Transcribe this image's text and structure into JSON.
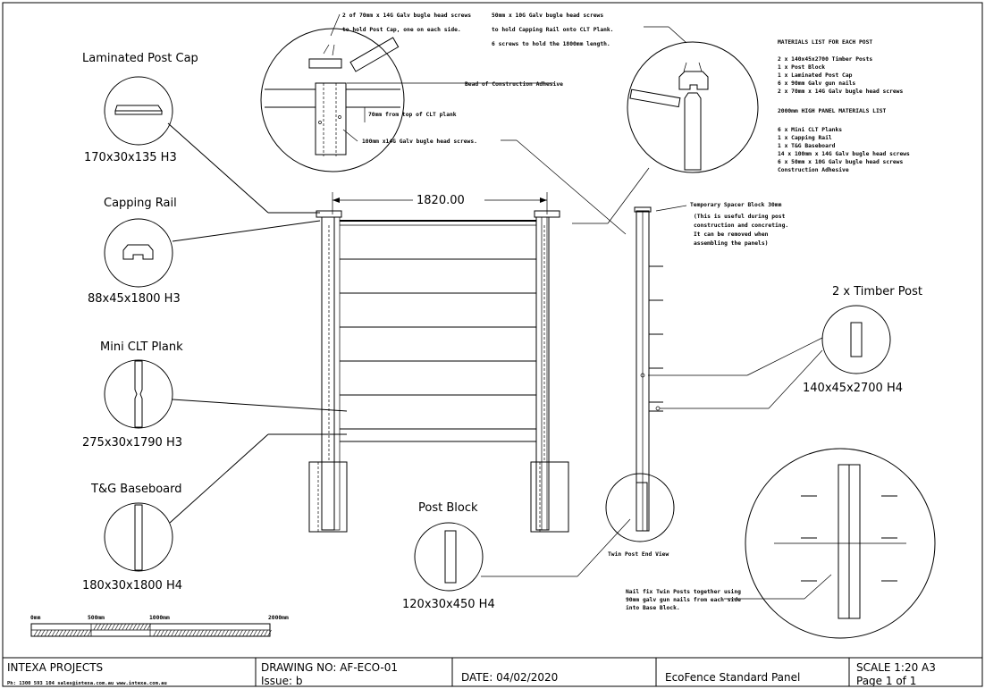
{
  "components": {
    "post_cap": {
      "title": "Laminated Post Cap",
      "size": "170x30x135  H3"
    },
    "capping_rail": {
      "title": "Capping Rail",
      "size": "88x45x1800  H3"
    },
    "mini_clt": {
      "title": "Mini CLT Plank",
      "size": "275x30x1790  H3"
    },
    "baseboard": {
      "title": "T&G Baseboard",
      "size": "180x30x1800  H4"
    },
    "post_block": {
      "title": "Post Block",
      "size": "120x30x450  H4"
    },
    "timber_post": {
      "title": "2 x Timber Post",
      "size": "140x45x2700  H4"
    }
  },
  "dimension": "1820.00",
  "notes": {
    "top_screws_1": "2 of 70mm x 14G Galv bugle head screws",
    "top_screws_2": "to hold Post Cap, one on each side.",
    "adhesive": "Bead of Construction Adhesive",
    "from_top": "70mm from top of CLT plank",
    "bugle_100": "100mm x14G Galv bugle head screws.",
    "capping_1": "50mm x 10G Galv bugle head screws",
    "capping_2": "to hold Capping Rail onto CLT Plank.",
    "capping_3": "6 screws to hold the 1800mm length.",
    "spacer": "Temporary Spacer Block 30mm",
    "spacer_note": [
      "(This is useful during post",
      "construction and concreting.",
      "It can be removed when",
      "assembling the panels)"
    ],
    "end_view": "Twin Post End View",
    "nail_fix": [
      "Nail fix Twin Posts together using",
      "90mm galv gun nails from each side",
      "into Base Block."
    ]
  },
  "materials": {
    "post_title": "MATERIALS LIST FOR EACH POST",
    "post_items": [
      "2  x 140x45x2700 Timber Posts",
      "1  x Post Block",
      "1  x Laminated Post Cap",
      "6  x 90mm Galv gun nails",
      "2  x 70mm x 14G Galv bugle head screws"
    ],
    "panel_title": "2000mm HIGH PANEL MATERIALS LIST",
    "panel_items": [
      "6  x Mini CLT Planks",
      "1  x Capping Rail",
      "1  x T&G Baseboard",
      "14 x 100mm x 14G Galv bugle head screws",
      "6  x 50mm x 10G Galv bugle head screws",
      "Construction Adhesive"
    ]
  },
  "scale_bar": {
    "labels": [
      "0mm",
      "500mm",
      "1000mm",
      "2000mm"
    ],
    "fractions": [
      0,
      0.25,
      0.5,
      1
    ]
  },
  "title_block": {
    "company": "INTEXA PROJECTS",
    "contact": "Ph: 1300 593 104       sales@intexa.com.au          www.intexa.com.au",
    "drawing_no": "DRAWING NO: AF-ECO-01",
    "issue": "Issue: b",
    "date": "DATE: 04/02/2020",
    "name": "EcoFence Standard Panel",
    "scale": "SCALE  1:20    A3",
    "page": "Page  1  of  1"
  }
}
